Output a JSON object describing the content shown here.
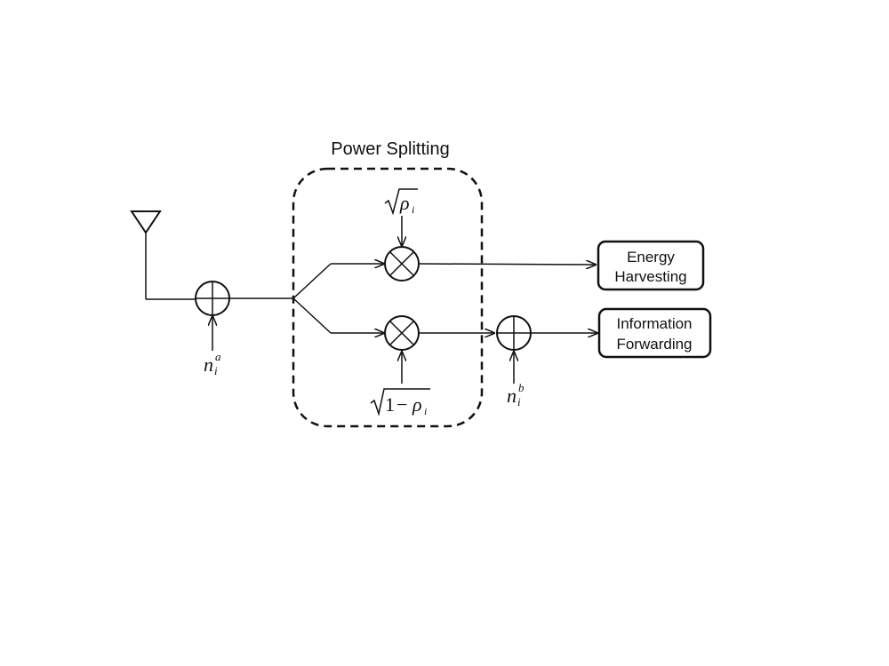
{
  "title": "Power Splitting",
  "blocks": {
    "energy": {
      "line1": "Energy",
      "line2": "Harvesting"
    },
    "info": {
      "line1": "Information",
      "line2": "Forwarding"
    }
  },
  "symbols": {
    "noise_a": {
      "base": "n",
      "sub": "i",
      "sup": "a"
    },
    "noise_b": {
      "base": "n",
      "sub": "i",
      "sup": "b"
    },
    "sqrt_rho": {
      "base": "ρ",
      "sub": "i"
    },
    "sqrt_one_minus_rho": {
      "one": "1",
      "minus": "−",
      "base": "ρ",
      "sub": "i"
    }
  },
  "colors": {
    "stroke": "#111111",
    "background": "#ffffff"
  }
}
